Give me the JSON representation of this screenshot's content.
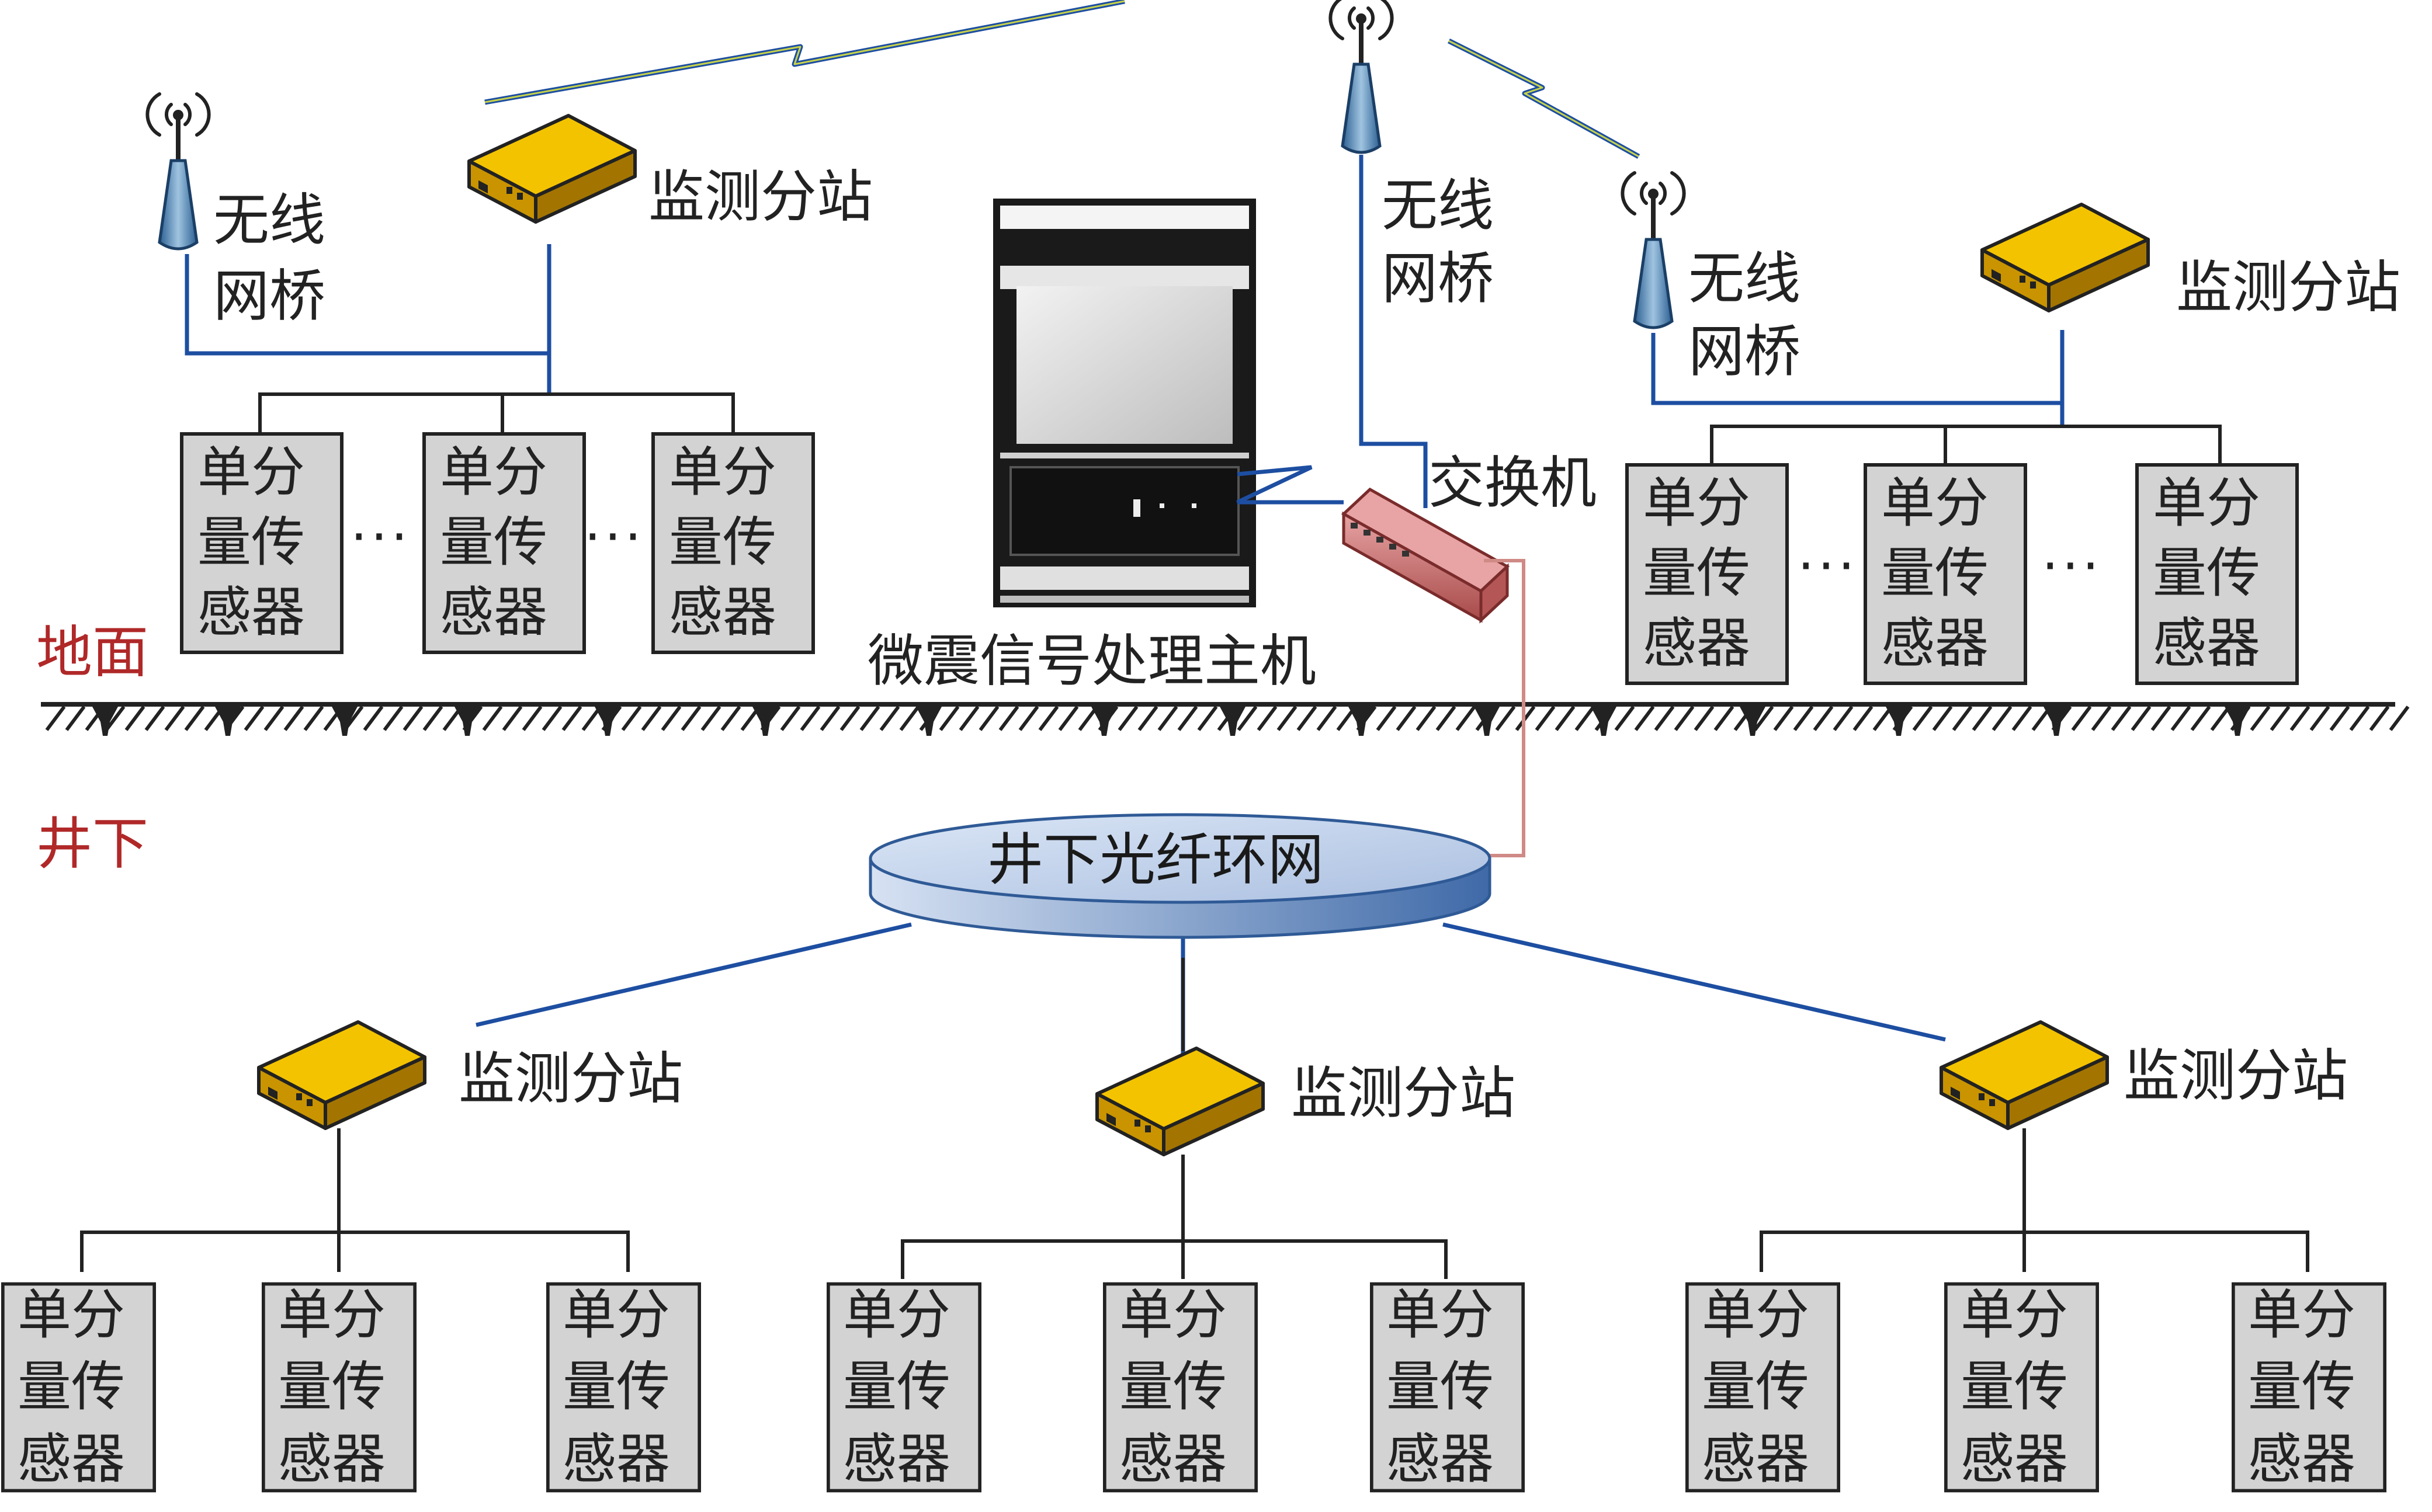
{
  "labels": {
    "ground": "地面",
    "underground": "井下",
    "host": "微震信号处理主机",
    "switch": "交换机",
    "ring_network": "井下光纤环网",
    "wireless_bridge_line1": "无线",
    "wireless_bridge_line2": "网桥",
    "substation": "监测分站",
    "sensor_line1": "单分",
    "sensor_line2": "量传",
    "sensor_line3": "感器",
    "ellipsis": "···"
  },
  "colors": {
    "link": "#1d4ea1",
    "fiber": "#d08a86",
    "zone_text": "#b02828",
    "sensor_fill": "#d3d3d3",
    "substation_top": "#e8b800",
    "substation_front": "#b88700",
    "ring_fill": "#c7d6ee",
    "ring_edge": "#4d76b3",
    "switch_color": "#c86b6b"
  }
}
